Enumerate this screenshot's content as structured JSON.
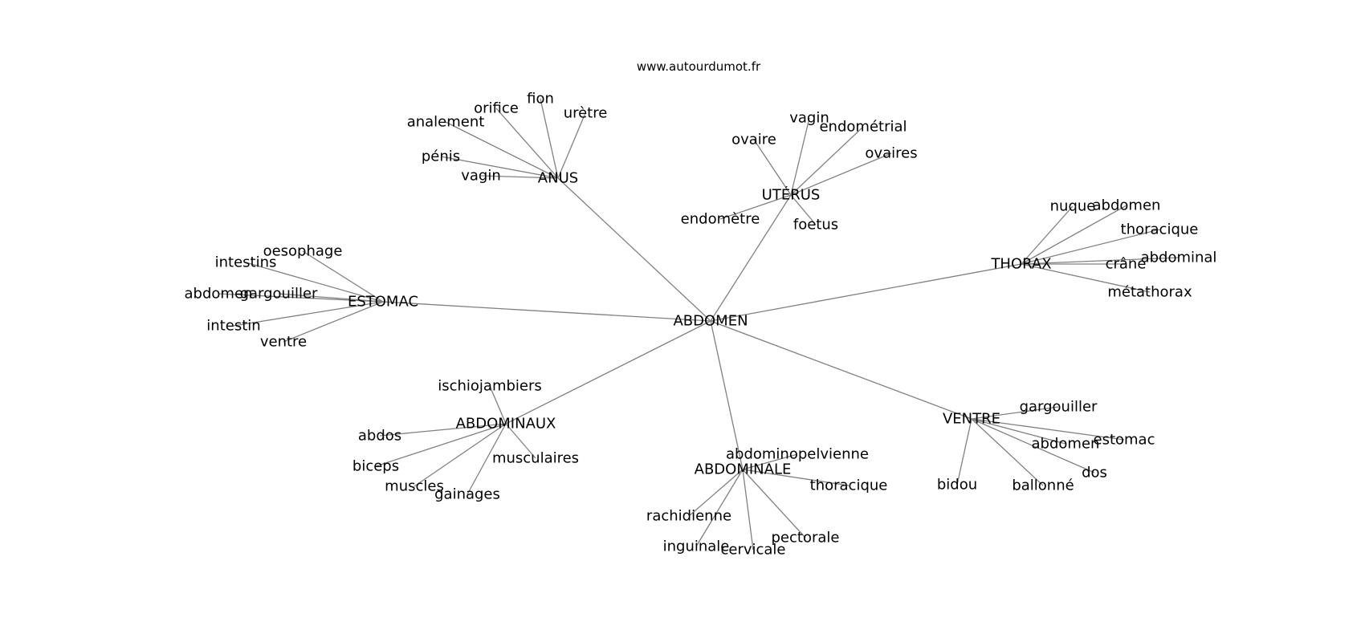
{
  "watermark": "www.autourdumot.fr",
  "graph": {
    "center": "ABDOMEN",
    "hubs": [
      {
        "label": "ANUS",
        "words": [
          "fion",
          "orifice",
          "urètre",
          "analement",
          "pénis",
          "vagin"
        ]
      },
      {
        "label": "UTÉRUS",
        "words": [
          "vagin",
          "endométrial",
          "ovaire",
          "ovaires",
          "endomètre",
          "foetus"
        ]
      },
      {
        "label": "THORAX",
        "words": [
          "nuque",
          "abdomen",
          "thoracique",
          "abdominal",
          "crâne",
          "métathorax"
        ]
      },
      {
        "label": "ESTOMAC",
        "words": [
          "oesophage",
          "intestins",
          "abdomen",
          "gargouiller",
          "intestin",
          "ventre"
        ]
      },
      {
        "label": "ABDOMINAUX",
        "words": [
          "ischiojambiers",
          "abdos",
          "biceps",
          "musculaires",
          "muscles",
          "gainages"
        ]
      },
      {
        "label": "ABDOMINALE",
        "words": [
          "abdominopelvienne",
          "thoracique",
          "rachidienne",
          "pectorale",
          "inguinale",
          "cervicale"
        ]
      },
      {
        "label": "VENTRE",
        "words": [
          "gargouiller",
          "estomac",
          "abdomen",
          "dos",
          "bidou",
          "ballonné"
        ]
      }
    ]
  }
}
